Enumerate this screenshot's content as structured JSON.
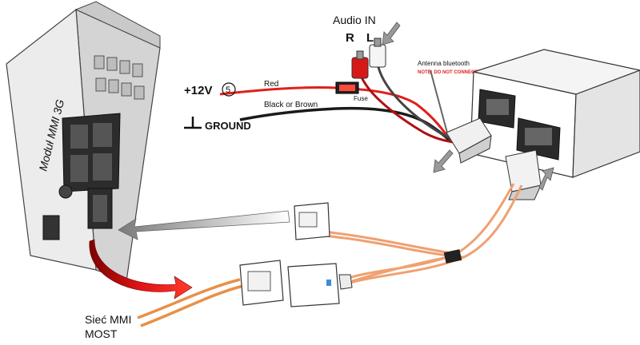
{
  "labels": {
    "audio_in": "Audio IN",
    "r": "R",
    "l": "L",
    "antenna": "Antenna bluetooth",
    "note": "NOTE: DO NOT CONNECT",
    "plus12v": "+12V",
    "circle_num": "5",
    "red": "Red",
    "black_brown": "Black or Brown",
    "fuse": "Fuse",
    "ground": "GROUND",
    "module": "Moduł MMI 3G",
    "siec_mmi": "Sieć MMI",
    "most": "MOST"
  },
  "colors": {
    "red_wire": "#e0201c",
    "black_wire": "#1a1a1a",
    "fiber": "#f0a070",
    "arrow_red": "#d81010",
    "note": "#e02020",
    "module_body": "#e6e6e6"
  }
}
